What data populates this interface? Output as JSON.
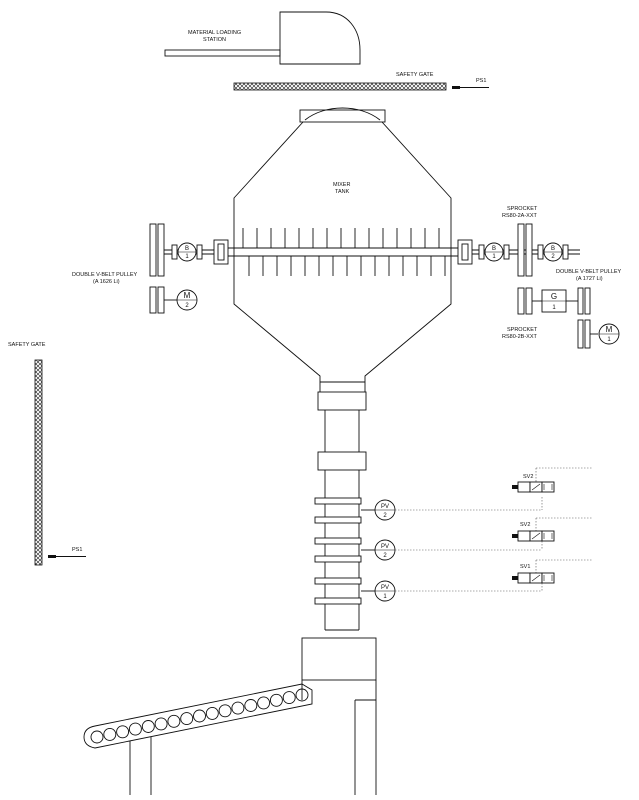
{
  "colors": {
    "line": "#111111",
    "background": "#ffffff",
    "hatch": "#111111"
  },
  "labels": {
    "loading_station": [
      "MATERIAL LOADING",
      "STATION"
    ],
    "safety_gate_top": "SAFETY GATE",
    "ps1_top": "PS1",
    "mixer_tank": [
      "MIXER",
      "TANK"
    ],
    "sprocket_a": [
      "SPROCKET",
      "RS80-2A-XXT"
    ],
    "sprocket_b": [
      "SPROCKET",
      "RS80-2B-XXT"
    ],
    "pulley_left": [
      "DOUBLE V-BELT PULLEY",
      "(A 1626 Li)"
    ],
    "pulley_right": [
      "DOUBLE V-BELT PULLEY",
      "(A 1727 Li)"
    ],
    "safety_gate_left": "SAFETY GATE",
    "ps1_left": "PS1",
    "sv_top": "SV2",
    "sv_mid": "SV2",
    "sv_bottom": "SV1"
  },
  "symbols": {
    "b1_left": {
      "letter": "B",
      "num": "1"
    },
    "b1_right": {
      "letter": "B",
      "num": "1"
    },
    "b2_right": {
      "letter": "B",
      "num": "2"
    },
    "m2": {
      "letter": "M",
      "num": "2"
    },
    "m1": {
      "letter": "M",
      "num": "1"
    },
    "g1": {
      "letter": "G",
      "num": "1"
    },
    "pv2_top": {
      "letter": "PV",
      "num": "2"
    },
    "pv2_mid": {
      "letter": "PV",
      "num": "2"
    },
    "pv1": {
      "letter": "PV",
      "num": "1"
    }
  }
}
